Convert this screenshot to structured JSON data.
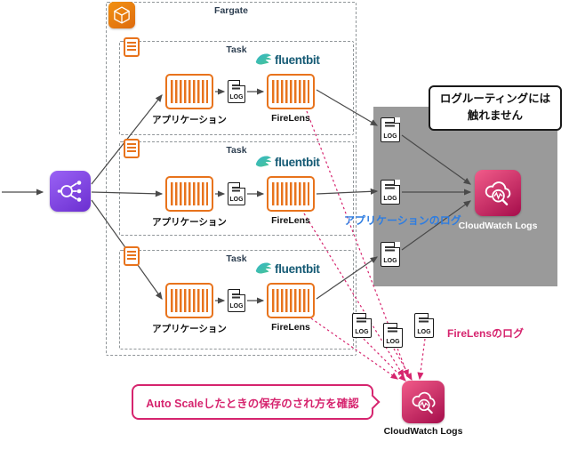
{
  "colors": {
    "orange": "#E8731C",
    "purple": "#7B3FE4",
    "pink": "#D6246E",
    "blue": "#2E7DE1",
    "gray": "#9a9a9a",
    "teal": "#155a74"
  },
  "diagram": {
    "fargate_label": "Fargate",
    "task_label": "Task",
    "app_label": "アプリケーション",
    "firelens_label": "FireLens",
    "fluentbit_label": "fluentbit",
    "log_label": "LOG",
    "cloudwatch_top_label": "CloudWatch Logs",
    "cloudwatch_bottom_label": "CloudWatch Logs",
    "routing_callout_line1": "ログルーティングには",
    "routing_callout_line2": "触れません",
    "app_logs_label": "アプリケーションのログ",
    "firelens_logs_label": "FireLensのログ",
    "autoscale_callout": "Auto Scaleしたときの保存のされ方を確認"
  }
}
